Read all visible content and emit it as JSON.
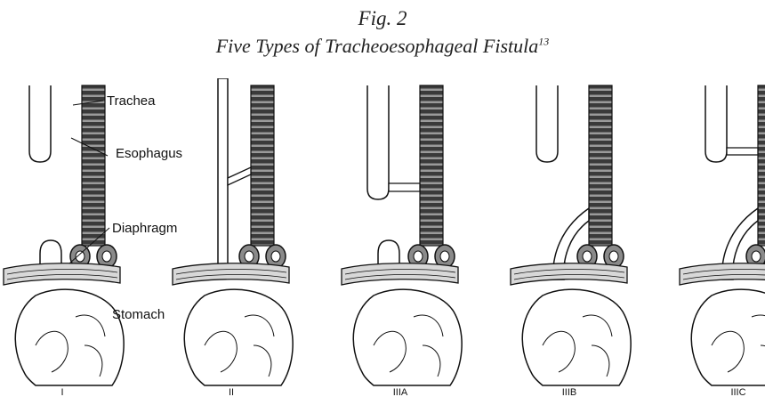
{
  "figure": {
    "number": "Fig. 2",
    "title": "Five Types of Tracheoesophageal Fistula",
    "title_superscript": "13"
  },
  "labels": {
    "trachea": "Trachea",
    "esophagus": "Esophagus",
    "diaphragm": "Diaphragm",
    "stomach": "Stomach"
  },
  "panels": [
    {
      "id": "I",
      "label": "I"
    },
    {
      "id": "II",
      "label": "II"
    },
    {
      "id": "IIIA",
      "label": "IIIA"
    },
    {
      "id": "IIIB",
      "label": "IIIB"
    },
    {
      "id": "IIIC",
      "label": "IIIC"
    }
  ],
  "colors": {
    "ink": "#111111",
    "trachea_fill": "#555555",
    "background": "#ffffff"
  }
}
